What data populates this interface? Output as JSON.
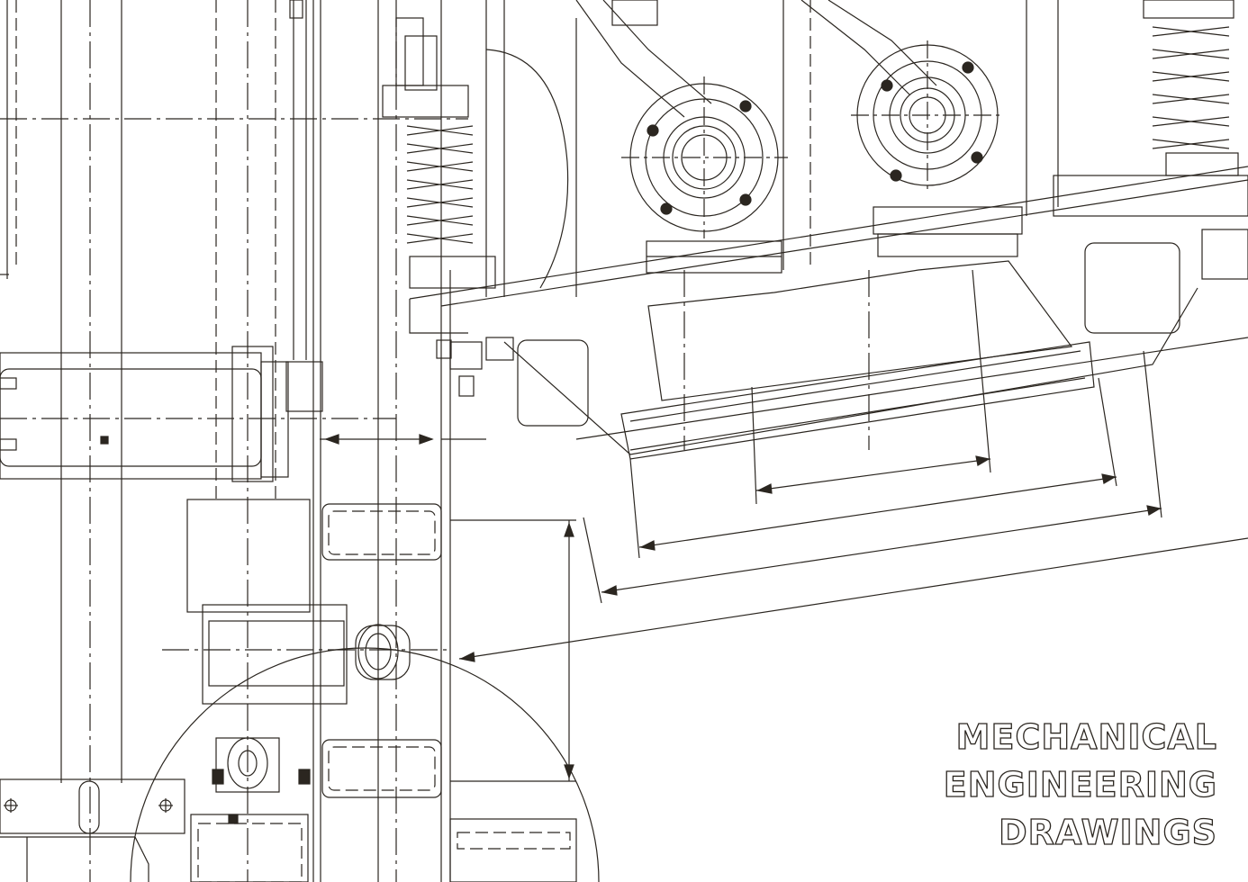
{
  "title_lines": [
    "MECHANICAL",
    "ENGINEERING",
    "DRAWINGS"
  ],
  "colors": {
    "background": "#ffffff",
    "ink": "#2b2620"
  }
}
